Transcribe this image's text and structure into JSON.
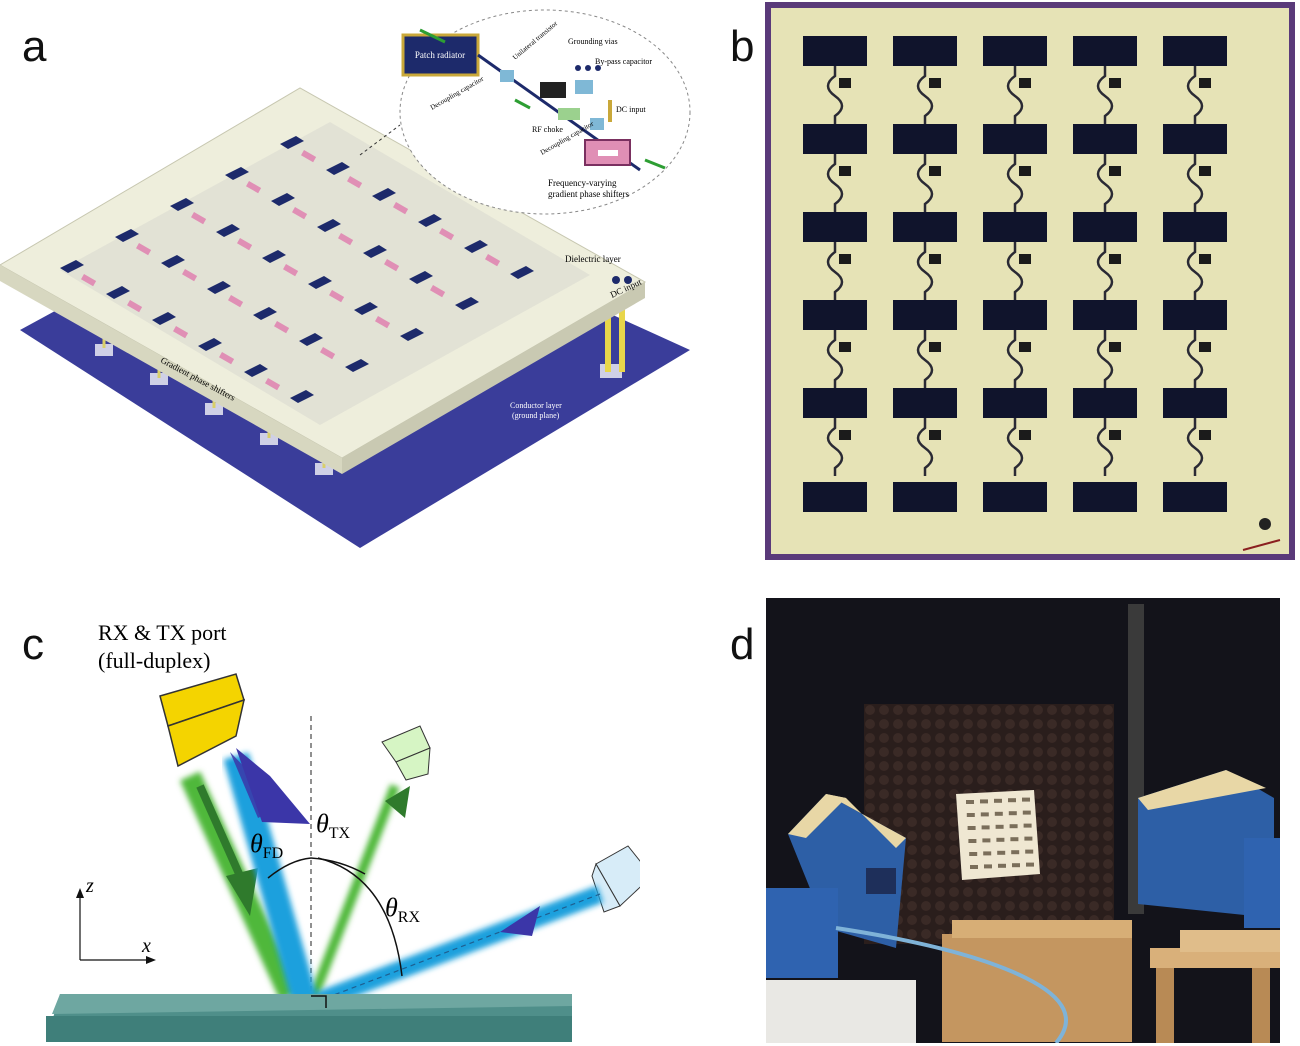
{
  "panels": {
    "a": {
      "label": "a",
      "inset": {
        "patch_radiator": "Patch radiator",
        "unilateral_transistor": "Unilateral transistor",
        "grounding_vias": "Grounding vias",
        "bypass_capacitor": "By-pass capacitor",
        "decoupling_capacitor_1": "Decoupling capacitor",
        "dc_input": "DC input",
        "rf_choke": "RF choke",
        "decoupling_capacitor_2": "Decoupling capacitor",
        "freq_varying_line1": "Frequency-varying",
        "freq_varying_line2": "gradient phase shifters"
      },
      "dielectric_layer": "Dielectric layer",
      "dc_input": "DC input",
      "gradient_phase_shifters": "Gradient phase shifters",
      "conductor_layer": "Conductor layer",
      "ground_plane": "(ground plane)"
    },
    "b": {
      "label": "b"
    },
    "c": {
      "label": "c",
      "port_line1": "RX & TX port",
      "port_line2": "(full-duplex)",
      "theta_fd_sub": "FD",
      "theta_tx_sub": "TX",
      "theta_rx_sub": "RX",
      "theta": "θ",
      "axis_z": "z",
      "axis_x": "x"
    },
    "d": {
      "label": "d"
    }
  },
  "colors": {
    "ground_plane": "#3a3d9a",
    "dielectric": "#eeeedc",
    "patch": "#1d2a6b",
    "phase_shifter": "#e08fb5",
    "green_beam": "#4fb83a",
    "blue_beam": "#1aa0dd",
    "horn_yellow": "#f4d400",
    "fr4_board": "#e6e3b6",
    "board_border": "#5a3a7a"
  }
}
